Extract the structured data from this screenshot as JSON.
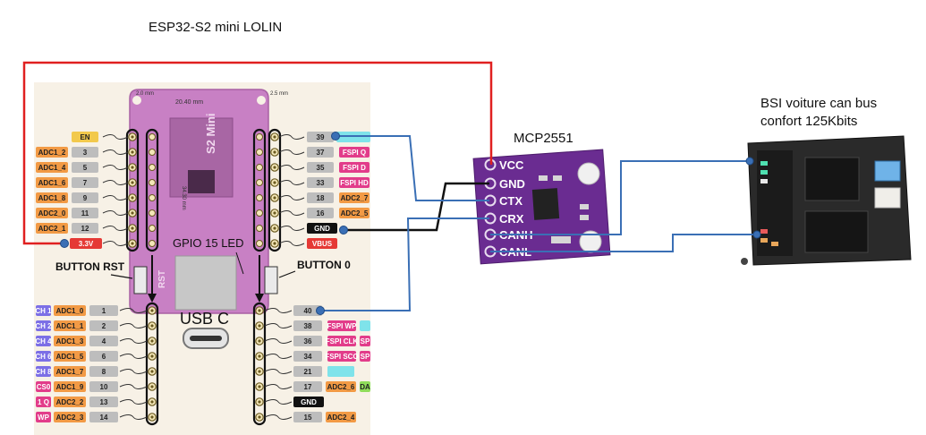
{
  "titles": {
    "board": "ESP32-S2 mini LOLIN",
    "transceiver": "MCP2551",
    "car_line1": "BSI voiture can bus",
    "car_line2": "confort 125Kbits"
  },
  "board_marks": {
    "dim_width": "20.40 mm",
    "dim_left": "2.0 mm",
    "dim_right": "2.5 mm",
    "dim_height": "34.30 mm",
    "chip_text": "S2 Mini",
    "rst_text": "RST",
    "gpio_led": "GPIO 15 LED",
    "usb": "USB C",
    "button_rst": "BUTTON RST",
    "button_0": "BUTTON 0"
  },
  "pins": {
    "top_left_num": [
      "",
      "3",
      "5",
      "7",
      "9",
      "11",
      "12",
      ""
    ],
    "top_left_adc": [
      "",
      "ADC1_2",
      "ADC1_4",
      "ADC1_6",
      "ADC1_8",
      "ADC2_0",
      "ADC2_1",
      ""
    ],
    "top_left_special": [
      "EN",
      "3.3V"
    ],
    "top_right_num": [
      "39",
      "37",
      "35",
      "33",
      "18",
      "16",
      "",
      ""
    ],
    "top_right_func": [
      "",
      "FSPI Q",
      "FSPI D",
      "FSPI HD",
      "ADC2_7",
      "ADC2_5",
      "",
      ""
    ],
    "top_right_special": [
      "GND",
      "VBUS"
    ],
    "bottom_left_num": [
      "1",
      "2",
      "4",
      "6",
      "8",
      "10",
      "13",
      "14"
    ],
    "bottom_left_adc": [
      "ADC1_0",
      "ADC1_1",
      "ADC1_3",
      "ADC1_5",
      "ADC1_7",
      "ADC1_9",
      "ADC2_2",
      "ADC2_3"
    ],
    "bottom_left_edge": [
      "CH 1",
      "CH 2",
      "CH 4",
      "CH 6",
      "CH 8",
      "CS0",
      "1 Q",
      "WP"
    ],
    "bottom_right_num": [
      "40",
      "38",
      "36",
      "34",
      "21",
      "17",
      "GND",
      "15"
    ],
    "bottom_right_func": [
      "",
      "FSPI WP",
      "FSPI CLK",
      "FSPI SCO",
      "",
      "ADC2_6",
      "",
      "ADC2_4"
    ],
    "bottom_right_edge": [
      "",
      "",
      "SP",
      "SP",
      "",
      "DA",
      "",
      ""
    ]
  },
  "mcp_pins": [
    "VCC",
    "GND",
    "CTX",
    "CRX",
    "CANH",
    "CANL"
  ],
  "colors": {
    "power_wire": "#e02020",
    "gnd_wire": "#111111",
    "signal_wire": "#3a6fb5",
    "board": "#c880c4",
    "mcp": "#6a2c91",
    "tag_orange": "#f29a45",
    "tag_yellow": "#f2c94c",
    "tag_gray": "#bdbdbd",
    "tag_pink": "#e23c8a",
    "tag_red": "#e53935",
    "tag_cyan": "#7fe3ea"
  }
}
